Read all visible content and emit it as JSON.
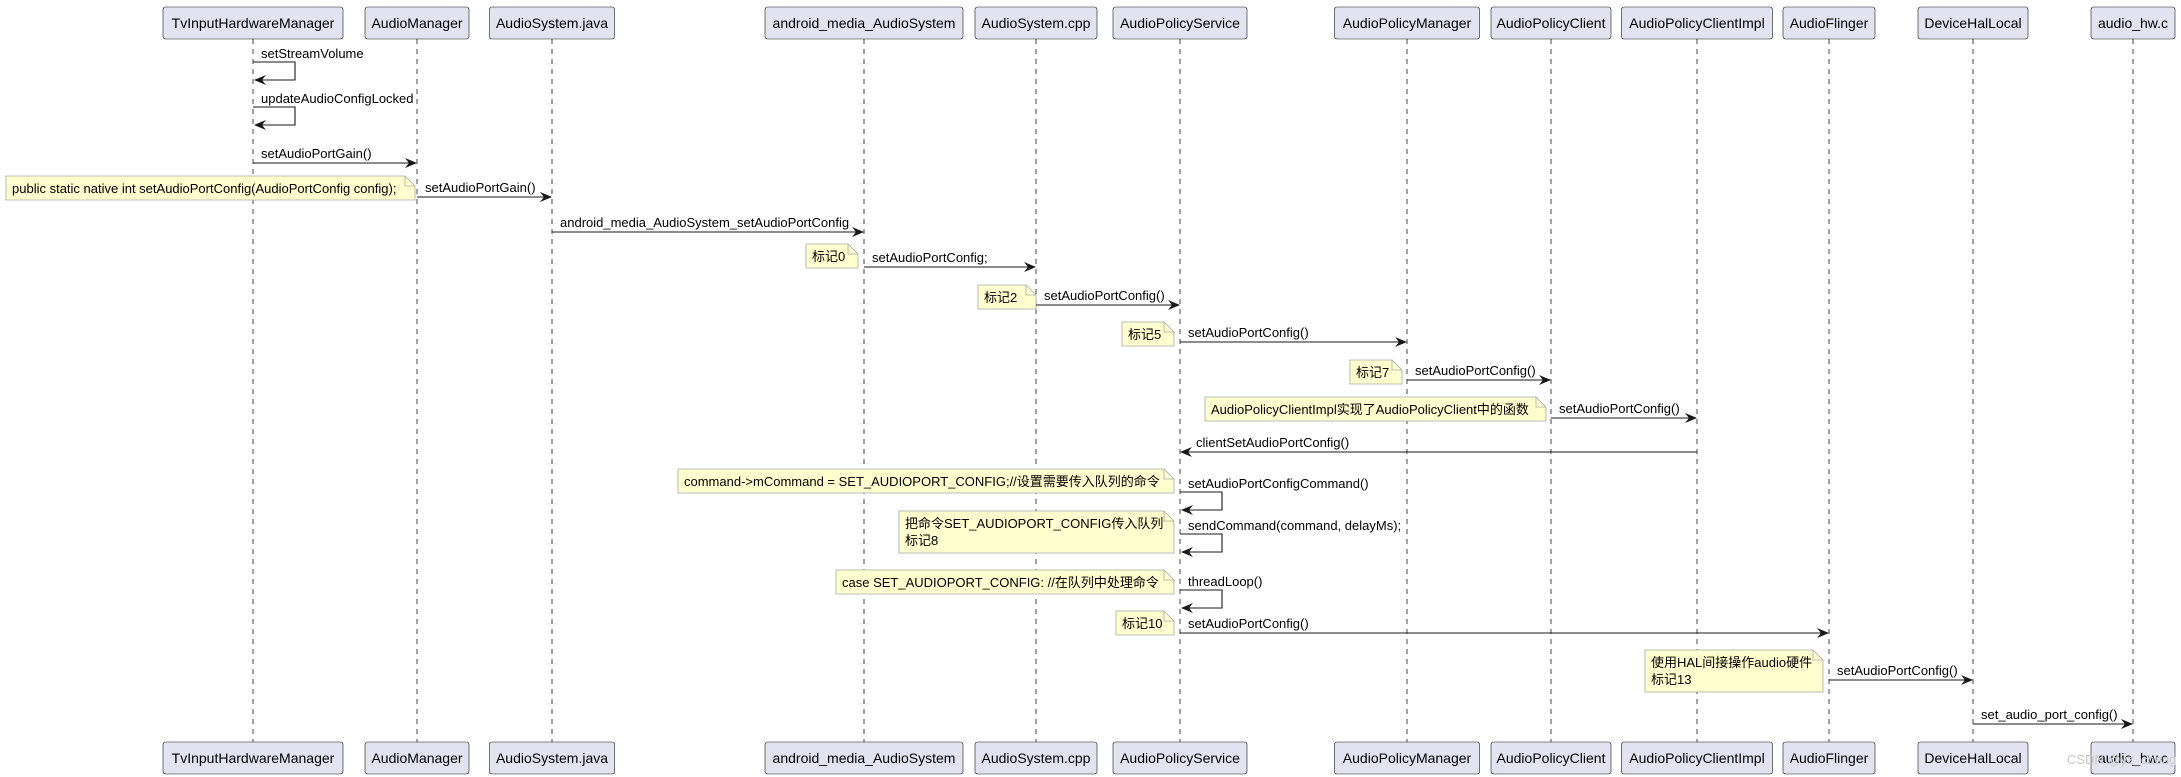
{
  "participants": [
    "TvInputHardwareManager",
    "AudioManager",
    "AudioSystem.java",
    "android_media_AudioSystem",
    "AudioSystem.cpp",
    "AudioPolicyService",
    "AudioPolicyManager",
    "AudioPolicyClient",
    "AudioPolicyClientImpl",
    "AudioFlinger",
    "DeviceHalLocal",
    "audio_hw.c"
  ],
  "messages": [
    {
      "from": 0,
      "to": 0,
      "label": "setStreamVolume"
    },
    {
      "from": 0,
      "to": 0,
      "label": "updateAudioConfigLocked"
    },
    {
      "from": 0,
      "to": 1,
      "label": "setAudioPortGain()"
    },
    {
      "from": 1,
      "to": 2,
      "label": "setAudioPortGain()"
    },
    {
      "from": 2,
      "to": 3,
      "label": "android_media_AudioSystem_setAudioPortConfig"
    },
    {
      "from": 3,
      "to": 4,
      "label": "setAudioPortConfig;"
    },
    {
      "from": 4,
      "to": 5,
      "label": "setAudioPortConfig()"
    },
    {
      "from": 5,
      "to": 6,
      "label": "setAudioPortConfig()"
    },
    {
      "from": 6,
      "to": 7,
      "label": "setAudioPortConfig()"
    },
    {
      "from": 7,
      "to": 8,
      "label": "setAudioPortConfig()"
    },
    {
      "from": 8,
      "to": 5,
      "label": "clientSetAudioPortConfig()"
    },
    {
      "from": 5,
      "to": 5,
      "label": "setAudioPortConfigCommand()"
    },
    {
      "from": 5,
      "to": 5,
      "label": "sendCommand(command, delayMs);"
    },
    {
      "from": 5,
      "to": 5,
      "label": "threadLoop()"
    },
    {
      "from": 5,
      "to": 9,
      "label": "setAudioPortConfig()"
    },
    {
      "from": 9,
      "to": 10,
      "label": "setAudioPortConfig()"
    },
    {
      "from": 10,
      "to": 11,
      "label": "set_audio_port_config()"
    }
  ],
  "notes": [
    {
      "at": 3,
      "lines": [
        "public static native int setAudioPortConfig(AudioPortConfig config);"
      ]
    },
    {
      "at": 5,
      "lines": [
        "标记0"
      ]
    },
    {
      "at": 6,
      "lines": [
        "标记2"
      ]
    },
    {
      "at": 7,
      "lines": [
        "标记5"
      ]
    },
    {
      "at": 8,
      "lines": [
        "标记7"
      ]
    },
    {
      "at": 9,
      "lines": [
        "AudioPolicyClientImpl实现了AudioPolicyClient中的函数"
      ]
    },
    {
      "at": 11,
      "lines": [
        "command->mCommand = SET_AUDIOPORT_CONFIG;//设置需要传入队列的命令"
      ]
    },
    {
      "at": 12,
      "lines": [
        "把命令SET_AUDIOPORT_CONFIG传入队列",
        "标记8"
      ]
    },
    {
      "at": 13,
      "lines": [
        "case SET_AUDIOPORT_CONFIG: //在队列中处理命令"
      ]
    },
    {
      "at": 14,
      "lines": [
        "标记10"
      ]
    },
    {
      "at": 15,
      "lines": [
        "使用HAL间接操作audio硬件",
        "标记13"
      ]
    }
  ],
  "watermark": "CSDN @yz_cheng",
  "colors": {
    "box_fill": "#e2e2f0",
    "box_stroke": "#181818",
    "lifeline": "#181818",
    "arrow": "#181818",
    "note_fill": "#fefece",
    "note_stroke": "#a8a8a8",
    "text": "#000000"
  }
}
